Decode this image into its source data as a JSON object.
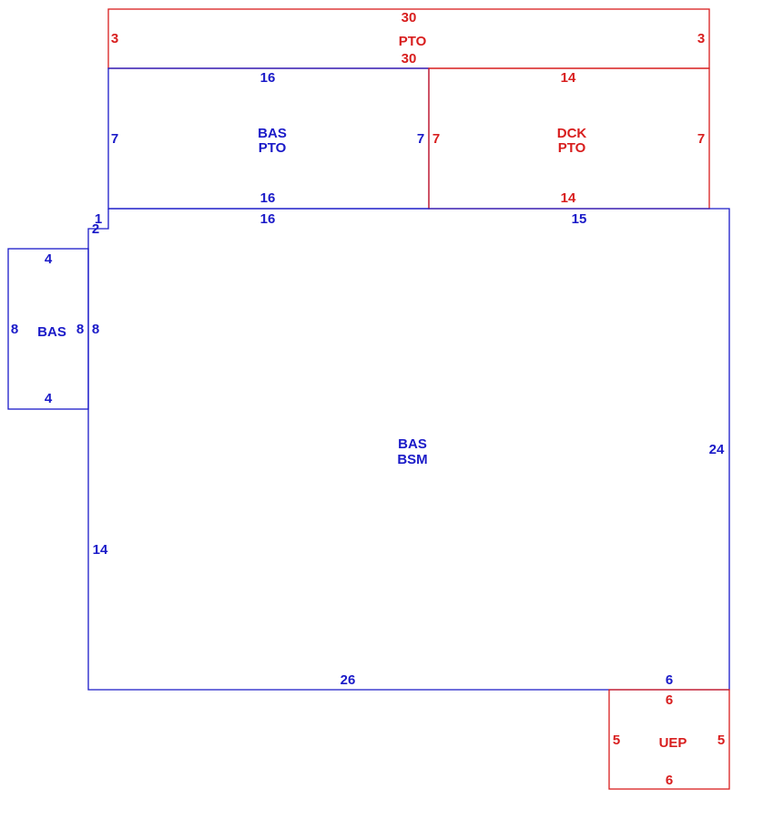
{
  "colors": {
    "blue": "#1a1ac8",
    "red": "#d81e1e",
    "background": "#ffffff"
  },
  "areas": {
    "pto_top": {
      "label": "PTO",
      "top": "30",
      "bottom": "30",
      "left": "3",
      "right": "3"
    },
    "bas_pto": {
      "label_1": "BAS",
      "label_2": "PTO",
      "top": "16",
      "bottom": "16",
      "left": "7",
      "right": "7"
    },
    "dck_pto": {
      "label_1": "DCK",
      "label_2": "PTO",
      "top": "14",
      "bottom": "14",
      "left": "7",
      "right": "7"
    },
    "bas_left": {
      "label": "BAS",
      "top": "4",
      "bottom": "4",
      "left": "8",
      "right": "8"
    },
    "bas_bsm": {
      "label_1": "BAS",
      "label_2": "BSM",
      "top_left": "16",
      "top_right": "15",
      "notch_top": "1",
      "notch_side": "2",
      "left_upper": "8",
      "left_lower": "14",
      "right": "24",
      "bottom": "26",
      "bottom_right": "6"
    },
    "uep": {
      "label": "UEP",
      "top": "6",
      "bottom": "6",
      "left": "5",
      "right": "5"
    }
  }
}
